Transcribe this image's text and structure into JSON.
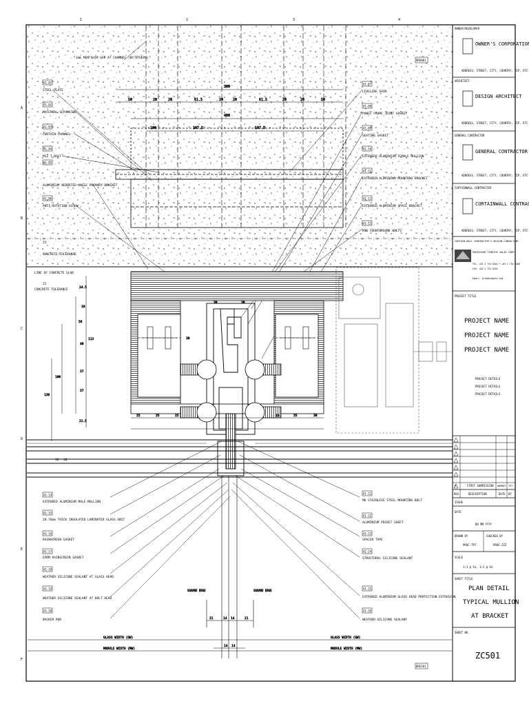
{
  "grid_refs": {
    "top": [
      "1",
      "2",
      "3",
      "4"
    ],
    "left": [
      "A",
      "B",
      "C",
      "D",
      "E",
      "F"
    ]
  },
  "concrete_callouts": [
    {
      "tag": "A1-01",
      "label": "STEEL PLATE"
    },
    {
      "tag": "A1-02",
      "label": "MATERIAL SEPARATOR"
    },
    {
      "tag": "A1-03",
      "label": "CURTAIN CHANNEL"
    },
    {
      "tag": "A1-04",
      "label": "M12 T BOLT"
    },
    {
      "tag": "A1-05",
      "label": "ALUMINIUM SERRATED ANGLE PRIMARY BRACKET"
    },
    {
      "tag": "A1-06",
      "label": "ANTI-ROTATION SCREW"
    }
  ],
  "right_top_callouts": [
    {
      "tag": "A1-07",
      "label": "LEVELING SHIM"
    },
    {
      "tag": "A1-08",
      "label": "PANEL FRAME JOINT GASKET"
    },
    {
      "tag": "A1-09",
      "label": "SEATING GASKET"
    },
    {
      "tag": "A1-10",
      "label": "EXTRUDED ALUMINIUM FEMALE MULLION"
    },
    {
      "tag": "A1-11",
      "label": "EXTRUDED ALUMINIUM MOUNTING BRACKET"
    },
    {
      "tag": "A1-12",
      "label": "EXTRUDED ALUMINIUM SPACE BRACKET"
    },
    {
      "tag": "A1-13",
      "label": "M10 COUNTERSUNK BOLTS"
    }
  ],
  "left_bottom_callouts": [
    {
      "tag": "A1-14",
      "label": "EXTRUDED ALUMINIUM MALE MULLION"
    },
    {
      "tag": "A1-15",
      "label": "28.76mm THICK INSULATED LAMINATED GLASS UNIT"
    },
    {
      "tag": "A1-16",
      "label": "RAINSCREEN GASKET"
    },
    {
      "tag": "A1-17",
      "label": "EPDM RAINSCREEN GASKET"
    },
    {
      "tag": "A1-18",
      "label": "WEATHER SILICONE SEALANT AT GLASS HEAD"
    },
    {
      "tag": "A1-19",
      "label": "WEATHER SILICONE SEALANT AT BOLT HEAD"
    },
    {
      "tag": "A1-20",
      "label": "BACKER ROD"
    }
  ],
  "right_bottom_callouts": [
    {
      "tag": "A1-21",
      "label": "M6 STAINLESS STEEL MOUNTING BOLT"
    },
    {
      "tag": "A1-22",
      "label": "ALUMINIUM POCKET SHEET"
    },
    {
      "tag": "A1-23",
      "label": "SPACER TAPE"
    },
    {
      "tag": "A1-24",
      "label": "STRUCTURAL SILICONE SEALANT"
    },
    {
      "tag": "A1-25",
      "label": "EXTRUDED ALUMINIUM GLASS HEAD PROTECTION EXTRUSION"
    },
    {
      "tag": "A1-26",
      "label": "WEATHER SILICONE SEALANT"
    }
  ],
  "notes": {
    "shim": "3mm MIN SHIM GAP AT CHANNEL (BY OTHERS)",
    "tolerance": "CONCRETE TOLERANCE",
    "edge": "LINE OF CONCRETE SLAB",
    "edge_tol": "CONCRETE TOLERANCE",
    "glass_width": "GLASS WIDTH (GW)",
    "module_width": "MODULE WIDTH (MW)",
    "sq_left": "SQUARE EDGE",
    "sq_right": "SQUARE EDGE",
    "ref_top": "DRE001",
    "ref_bottom": "DRE101",
    "tol_val": "25",
    "edge_val": "25"
  },
  "dimensions": {
    "top_overall": "300",
    "top_row": [
      "50",
      "20",
      "20",
      "61.5",
      "20",
      "20",
      "61.5",
      "20",
      "20",
      "50"
    ],
    "second_overall": "400",
    "third": [
      "100",
      "107.5",
      "107.5"
    ],
    "left_vert": [
      "24.5",
      "10",
      "56",
      "113",
      "40",
      "100",
      "37",
      "138",
      "37",
      "21.5"
    ],
    "mid": [
      "30",
      "30",
      "25",
      "35",
      "25",
      "35",
      "25",
      "30",
      "30"
    ],
    "bottom": [
      "21",
      "14",
      "14",
      "21",
      "14",
      "14"
    ]
  },
  "title_block": {
    "owner_label": "OWNER/DEVELOPER",
    "owner_name": "OWNER'S CORPORATION",
    "address": "ADDRESS, STREET, CITY, COUNTRY, ZIP, ETC",
    "architect_label": "ARCHITECT",
    "architect_name": "DESIGN ARCHITECT",
    "gc_label": "GENERAL CONTRACTOR",
    "gc_name": "GENERAL CONTRACTOR",
    "cw_label": "CURTAINWALL CONTRACTOR",
    "cw_name": "CURTAINWALL CONTRACTOR",
    "consultant_label": "CURTAIN WALL CONTRACTOR'S DESIGN CONSULTANT",
    "consultant_lines": [
      "PROFESSOR TIMOTHY GALAI CORP",
      "TEL: +63 2 734 0444 • +63 2 734 4400",
      "FAX: +63 2 734 4510",
      "Email: info@example.com"
    ],
    "project_label": "PROJECT TITLE",
    "project_names": [
      "PROJECT NAME",
      "PROJECT NAME",
      "PROJECT NAME"
    ],
    "project_details": [
      "PROJECT DETAILS",
      "PROJECT DETAILS",
      "PROJECT DETAILS"
    ],
    "rev_row": {
      "rev": "A",
      "desc": "FIRST SUBMISSION",
      "date": "DDMMYY",
      "by": "TPT"
    },
    "rev_headers": {
      "rev": "REV",
      "desc": "DESCRIPTION",
      "date": "DATE",
      "by": "BY"
    },
    "issue_label": "ISSUE",
    "date_label": "DATE",
    "date_value": "DD MM YYYY",
    "drawn_label": "DRAWN BY",
    "drawn_value": "PROC-TPT",
    "checked_label": "CHECKED BY",
    "checked_value": "PROC-ZZZ",
    "scale_label": "SCALE",
    "scale_value": "1:1 @ A1, 1:2 @ A3",
    "sheet_title_label": "SHEET TITLE",
    "sheet_title": [
      "PLAN DETAIL",
      "TYPICAL MULLION",
      "AT BRACKET"
    ],
    "sheet_no_label": "SHEET NO.",
    "sheet_no": "ZC501"
  }
}
